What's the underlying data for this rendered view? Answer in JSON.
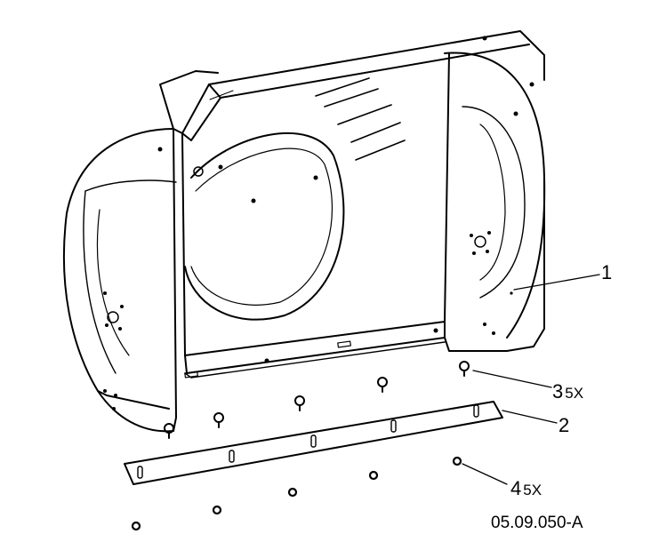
{
  "callouts": [
    {
      "id": "1",
      "number": "1",
      "qty": ""
    },
    {
      "id": "2",
      "number": "2",
      "qty": ""
    },
    {
      "id": "3",
      "number": "3",
      "qty": "5X"
    },
    {
      "id": "4",
      "number": "4",
      "qty": "5X"
    }
  ],
  "figure_code": "05.09.050-A",
  "colors": {
    "ink": "#000000",
    "paper": "#ffffff"
  }
}
